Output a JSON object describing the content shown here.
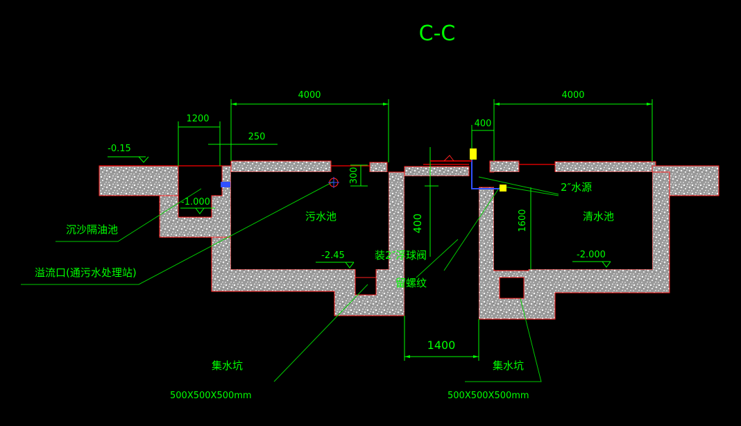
{
  "drawing": {
    "section_title": "C-C",
    "dimensions": {
      "left_tank_width": "4000",
      "right_tank_width": "4000",
      "left_chamber_width": "1200",
      "wall_offset": "250",
      "pipe_offset": "400",
      "overflow_height": "300",
      "valve_height": "400",
      "clear_depth": "1600",
      "gap_width": "1400"
    },
    "elevations": {
      "top": "-0.15",
      "left_chamber": "-1.000",
      "sewage_bottom": "-2.45",
      "clear_bottom": "-2.000"
    },
    "labels": {
      "sand_oil": "沉沙隔油池",
      "overflow": "溢流口(通污水处理站)",
      "sewage_tank": "污水池",
      "clear_tank": "清水池",
      "water_source": "2″水源",
      "float_valve": "装2″浮球阀",
      "thread": "留螺纹",
      "sump_left": "集水坑",
      "sump_right": "集水坑",
      "sump_size_left": "500X500X500mm",
      "sump_size_right": "500X500X500mm"
    },
    "colors": {
      "background": "#000000",
      "dimension": "#00ff00",
      "wall_outline": "#ff2020",
      "water_line": "#ff0000",
      "title": "#00ff00",
      "leader": "#00cc00",
      "fill": "#dddddd",
      "pipe_blue": "#3050ff",
      "pipe_yellow": "#ffff00"
    }
  }
}
